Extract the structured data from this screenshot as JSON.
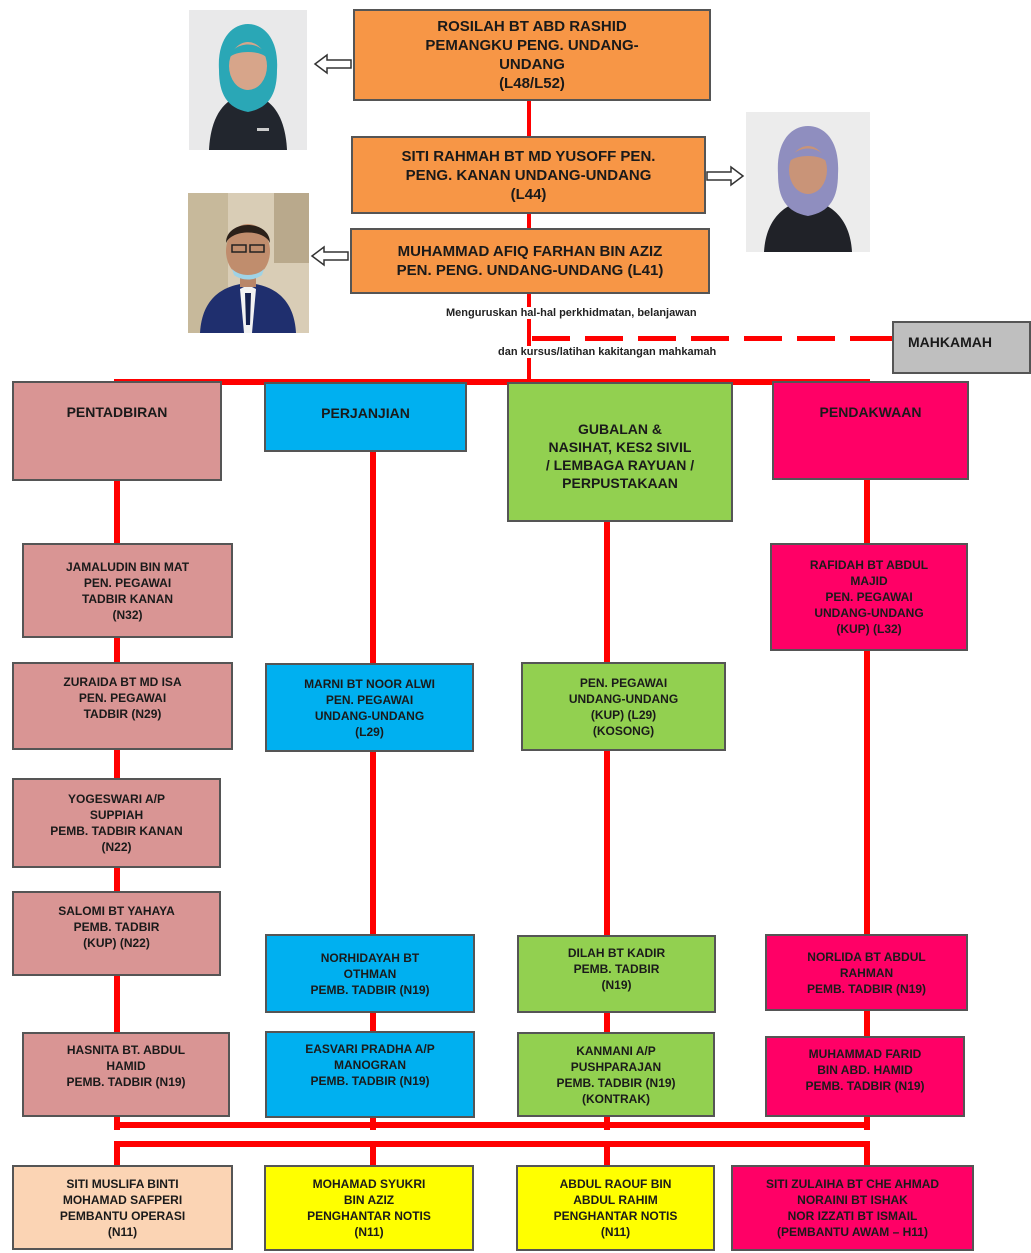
{
  "top": {
    "rosilah": [
      "ROSILAH BT ABD RASHID",
      "PEMANGKU PENG. UNDANG-",
      "UNDANG",
      "(L48/L52)"
    ],
    "siti_rahmah": [
      "SITI RAHMAH BT MD YUSOFF  PEN.",
      "PENG. KANAN UNDANG-UNDANG",
      "(L44)"
    ],
    "afiq": [
      "MUHAMMAD AFIQ FARHAN BIN AZIZ",
      "PEN. PENG. UNDANG-UNDANG (L41)"
    ]
  },
  "notes": {
    "line1": "Menguruskan hal-hal perkhidmatan, belanjawan",
    "line2": "dan kursus/latihan kakitangan mahkamah",
    "mahkamah": "MAHKAMAH"
  },
  "units": {
    "pentadbiran": [
      "PENTADBIRAN"
    ],
    "perjanjian": [
      "PERJANJIAN"
    ],
    "gubalan": [
      "GUBALAN &",
      "NASIHAT, KES2 SIVIL",
      "/ LEMBAGA RAYUAN /",
      "PERPUSTAKAAN"
    ],
    "pendakwaan": [
      "PENDAKWAAN"
    ]
  },
  "staff": {
    "jamaludin": [
      "JAMALUDIN BIN MAT",
      "PEN. PEGAWAI",
      "TADBIR KANAN",
      "(N32)"
    ],
    "zuraida": [
      "ZURAIDA BT MD ISA",
      "PEN. PEGAWAI",
      "TADBIR (N29)"
    ],
    "yogeswari": [
      "YOGESWARI A/P",
      "SUPPIAH",
      "PEMB. TADBIR KANAN",
      "(N22)"
    ],
    "salomi": [
      "SALOMI BT YAHAYA",
      "PEMB. TADBIR",
      "(KUP) (N22)"
    ],
    "hasnita": [
      "HASNITA BT. ABDUL",
      "HAMID",
      "PEMB. TADBIR (N19)"
    ],
    "marni": [
      "MARNI BT NOOR ALWI",
      "PEN. PEGAWAI",
      "UNDANG-UNDANG",
      "(L29)"
    ],
    "norhidayah": [
      "NORHIDAYAH BT",
      "OTHMAN",
      "PEMB. TADBIR (N19)"
    ],
    "easvari": [
      "EASVARI PRADHA A/P",
      "MANOGRAN",
      "PEMB. TADBIR (N19)"
    ],
    "pen_kosong": [
      "PEN. PEGAWAI",
      "UNDANG-UNDANG",
      "(KUP) (L29)",
      "(KOSONG)"
    ],
    "dilah": [
      "DILAH BT KADIR",
      "PEMB. TADBIR",
      "(N19)"
    ],
    "kanmani": [
      "KANMANI A/P",
      "PUSHPARAJAN",
      "PEMB. TADBIR (N19)",
      "(KONTRAK)"
    ],
    "rafidah": [
      "RAFIDAH BT ABDUL",
      "MAJID",
      "PEN. PEGAWAI",
      "UNDANG-UNDANG",
      "(KUP) (L32)"
    ],
    "norlida": [
      "NORLIDA BT ABDUL",
      "RAHMAN",
      "PEMB. TADBIR (N19)"
    ],
    "farid": [
      "MUHAMMAD FARID",
      "BIN ABD. HAMID",
      "PEMB. TADBIR (N19)"
    ]
  },
  "bottom": {
    "siti_muslifa": [
      "SITI MUSLIFA BINTI",
      "MOHAMAD SAFPERI",
      "PEMBANTU OPERASI",
      "(N11)"
    ],
    "syukri": [
      "MOHAMAD SYUKRI",
      "BIN AZIZ",
      "PENGHANTAR NOTIS",
      "(N11)"
    ],
    "raouf": [
      "ABDUL RAOUF BIN",
      "ABDUL RAHIM",
      "PENGHANTAR NOTIS",
      "(N11)"
    ],
    "zulaiha": [
      "SITI ZULAIHA BT CHE AHMAD",
      "NORAINI BT ISHAK",
      "NOR IZZATI BT ISMAIL",
      "(PEMBANTU AWAM – H11)"
    ]
  },
  "colors": {
    "line": "#ff0000",
    "director": "#f79646",
    "pentadbiran": "#d99594",
    "perjanjian": "#00b0f0",
    "gubalan": "#92d050",
    "pendakwaan": "#ff0066",
    "operasi": "#fbd4b4",
    "notis": "#ffff00",
    "mahkamah": "#bfbfbf"
  }
}
